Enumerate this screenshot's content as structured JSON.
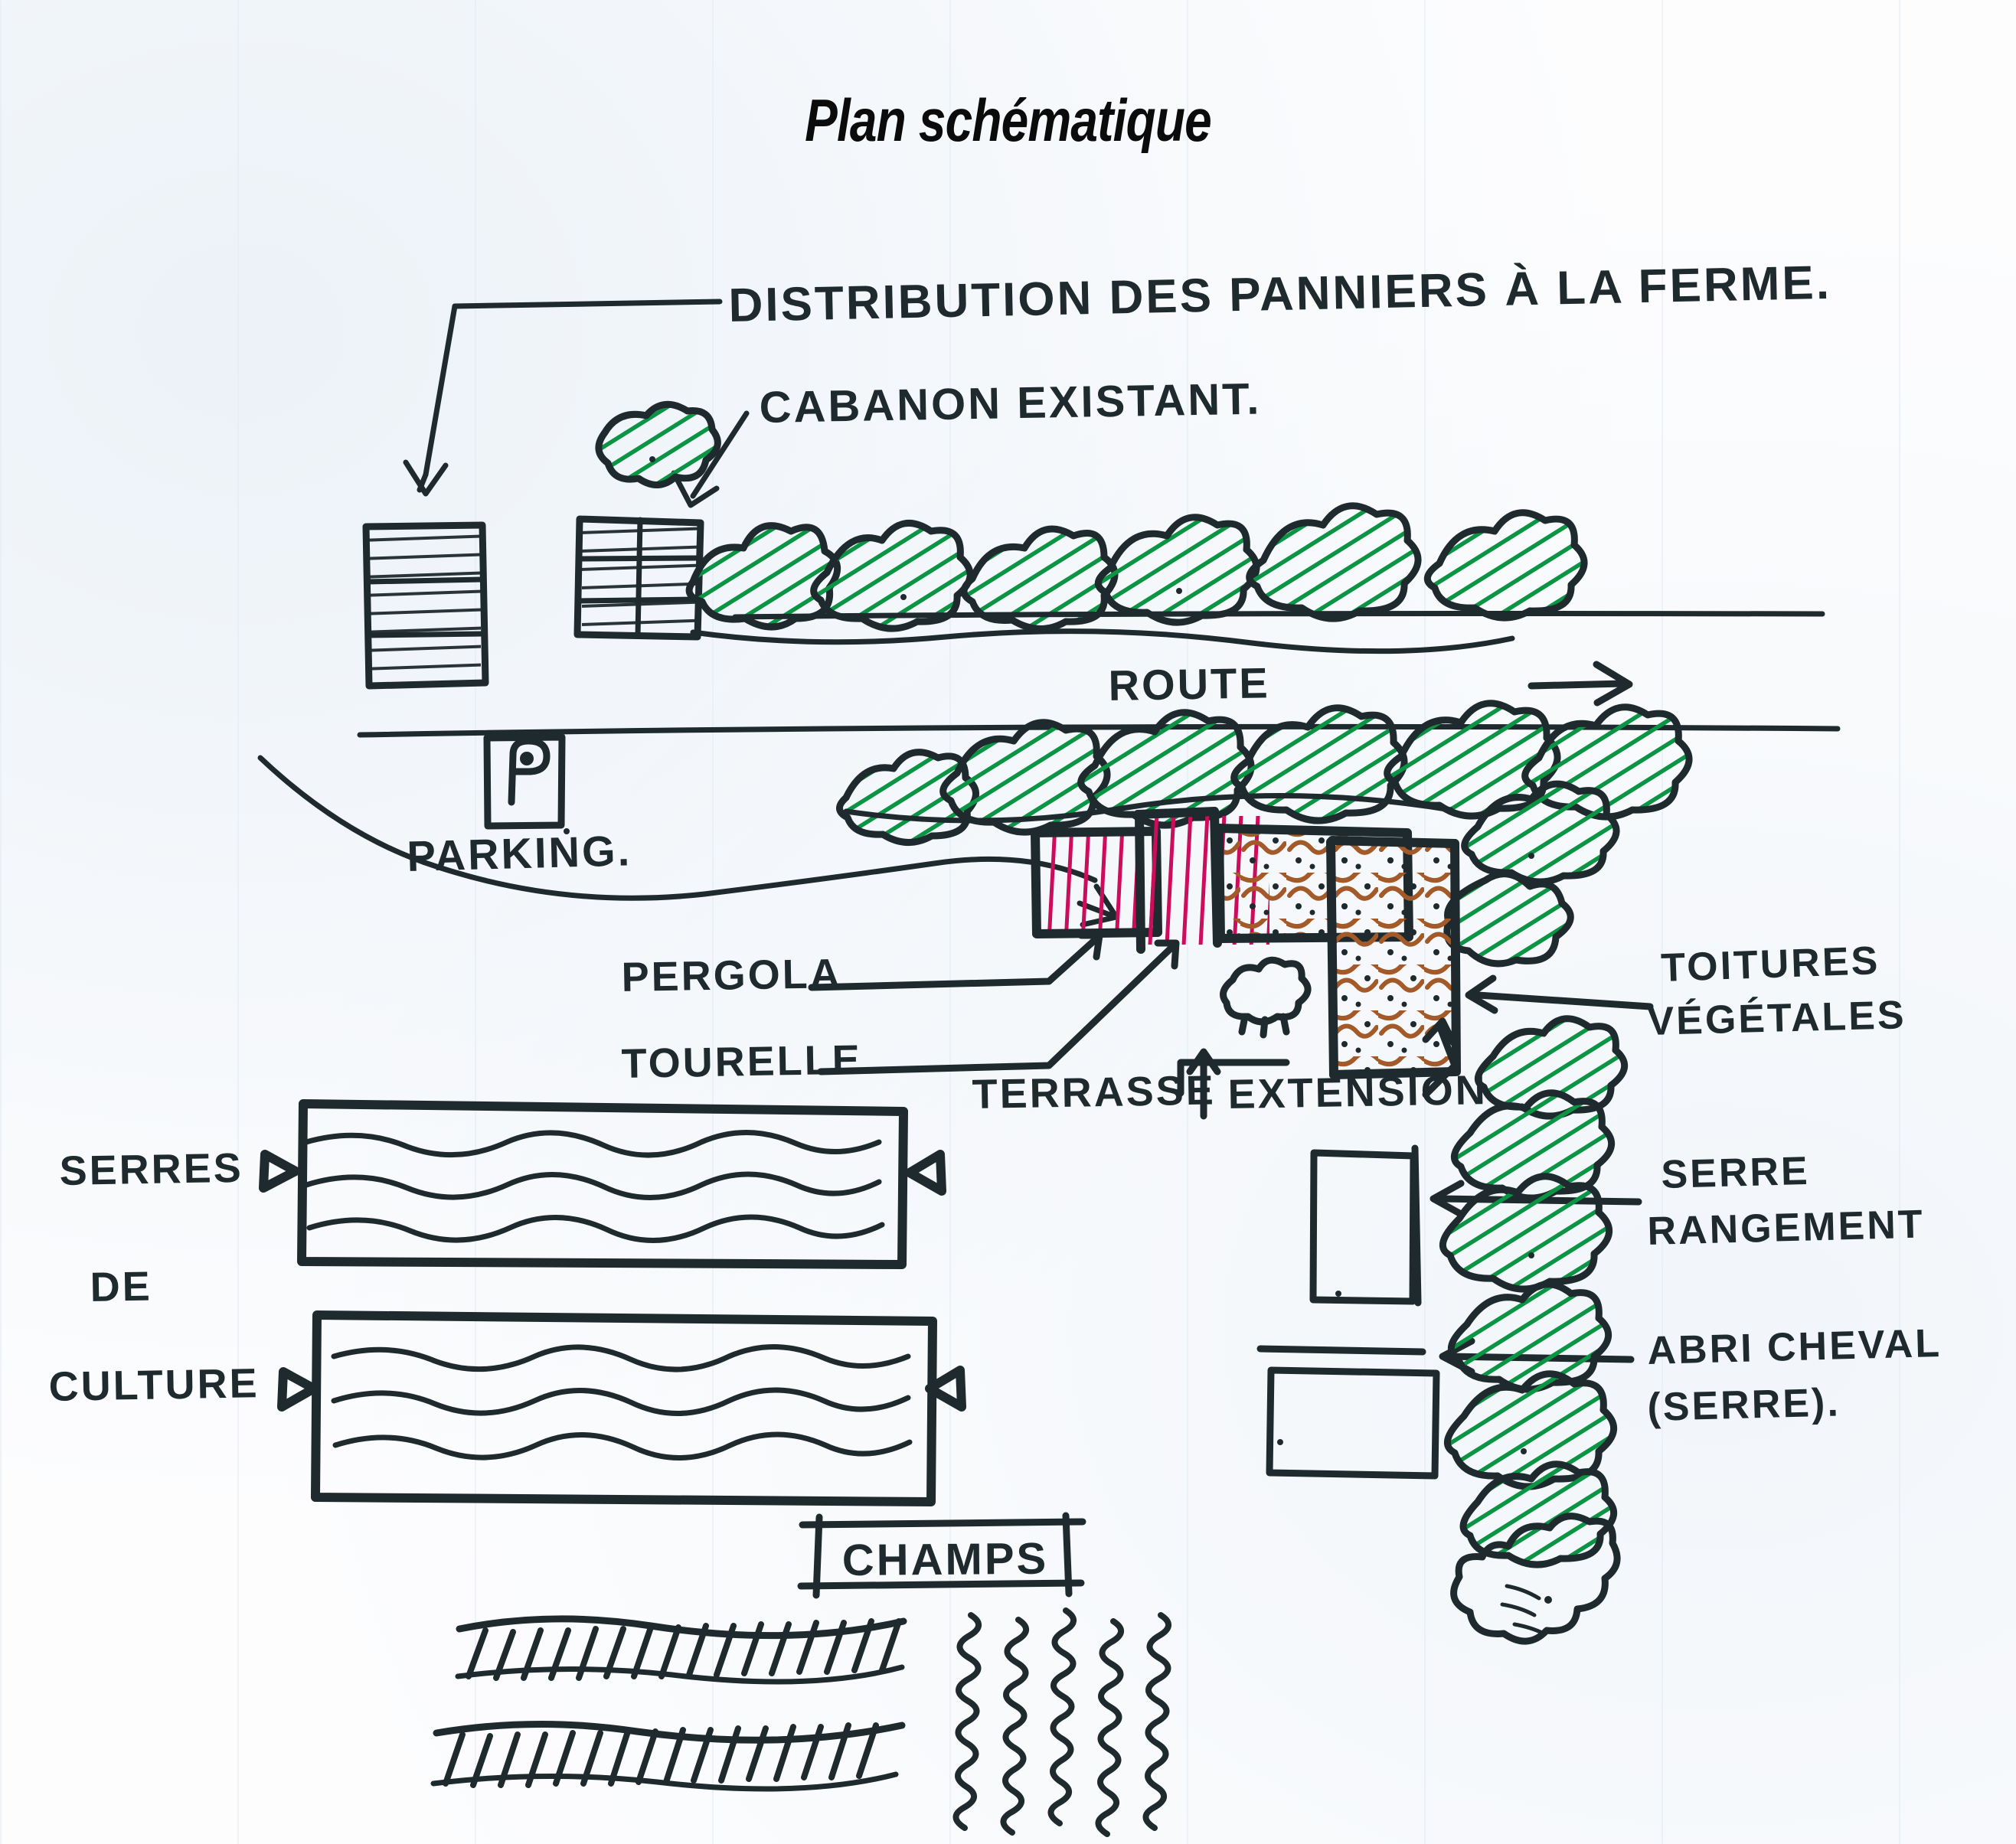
{
  "document": {
    "title": "Plan schématique",
    "type": "hand-drawn site plan sketch",
    "language": "fr",
    "background_color": "#fdfdfe"
  },
  "palette": {
    "ink": "#1e2a2e",
    "vegetation_green": "#0b9444",
    "pergola_magenta": "#cc0d5c",
    "green_roof_brown": "#a45a28"
  },
  "annotations": {
    "distribution": "DISTRIBUTION DES PANNIERS À LA FERME.",
    "cabanon": "CABANON EXISTANT.",
    "route": "ROUTE",
    "parking_symbol": "P",
    "parking": "PARKING.",
    "pergola": "PERGOLA",
    "tourelle": "TOURELLE",
    "terrasse": "TERRASSE",
    "extension": "EXTENSION",
    "toitures_line1": "TOITURES",
    "toitures_line2": "VÉGÉTALES",
    "serre_rangement_line1": "SERRE",
    "serre_rangement_line2": "RANGEMENT",
    "abri_cheval_line1": "ABRI CHEVAL",
    "abri_cheval_line2": "(SERRE).",
    "serres_line1": "SERRES",
    "serres_line2": "DE",
    "serres_line3": "CULTURE",
    "champs": "CHAMPS"
  },
  "legend_items": [
    {
      "label": "DISTRIBUTION DES PANNIERS À LA FERME.",
      "target": "building-left"
    },
    {
      "label": "CABANON EXISTANT.",
      "target": "building-cabanon"
    },
    {
      "label": "ROUTE",
      "target": "road"
    },
    {
      "label": "PARKING.",
      "target": "parking-sign"
    },
    {
      "label": "PERGOLA",
      "target": "pergola-block"
    },
    {
      "label": "TOURELLE",
      "target": "tourelle-block"
    },
    {
      "label": "TERRASSE",
      "target": "terrasse-area"
    },
    {
      "label": "EXTENSION",
      "target": "extension-block"
    },
    {
      "label": "TOITURES VÉGÉTALES",
      "target": "green-roof-area"
    },
    {
      "label": "SERRE RANGEMENT",
      "target": "storage-greenhouse"
    },
    {
      "label": "ABRI CHEVAL (SERRE).",
      "target": "horse-shelter"
    },
    {
      "label": "SERRES DE CULTURE",
      "target": "culture-greenhouses"
    },
    {
      "label": "CHAMPS",
      "target": "fields"
    }
  ]
}
